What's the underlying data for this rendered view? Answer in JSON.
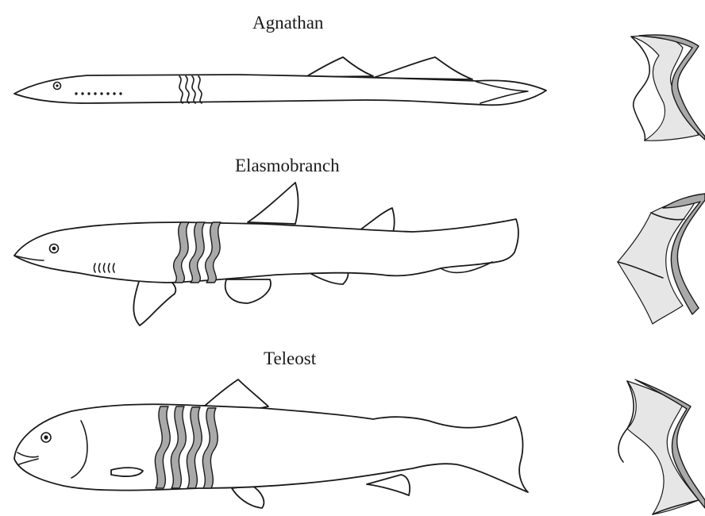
{
  "labels": {
    "agnathan": "Agnathan",
    "elasmobranch": "Elasmobranch",
    "teleost": "Teleost"
  },
  "colors": {
    "ink": "#1a1a1a",
    "myomere_fill": "#a9a9a9",
    "myomere_highlight": "#e6e6e6",
    "background": "#ffffff"
  }
}
